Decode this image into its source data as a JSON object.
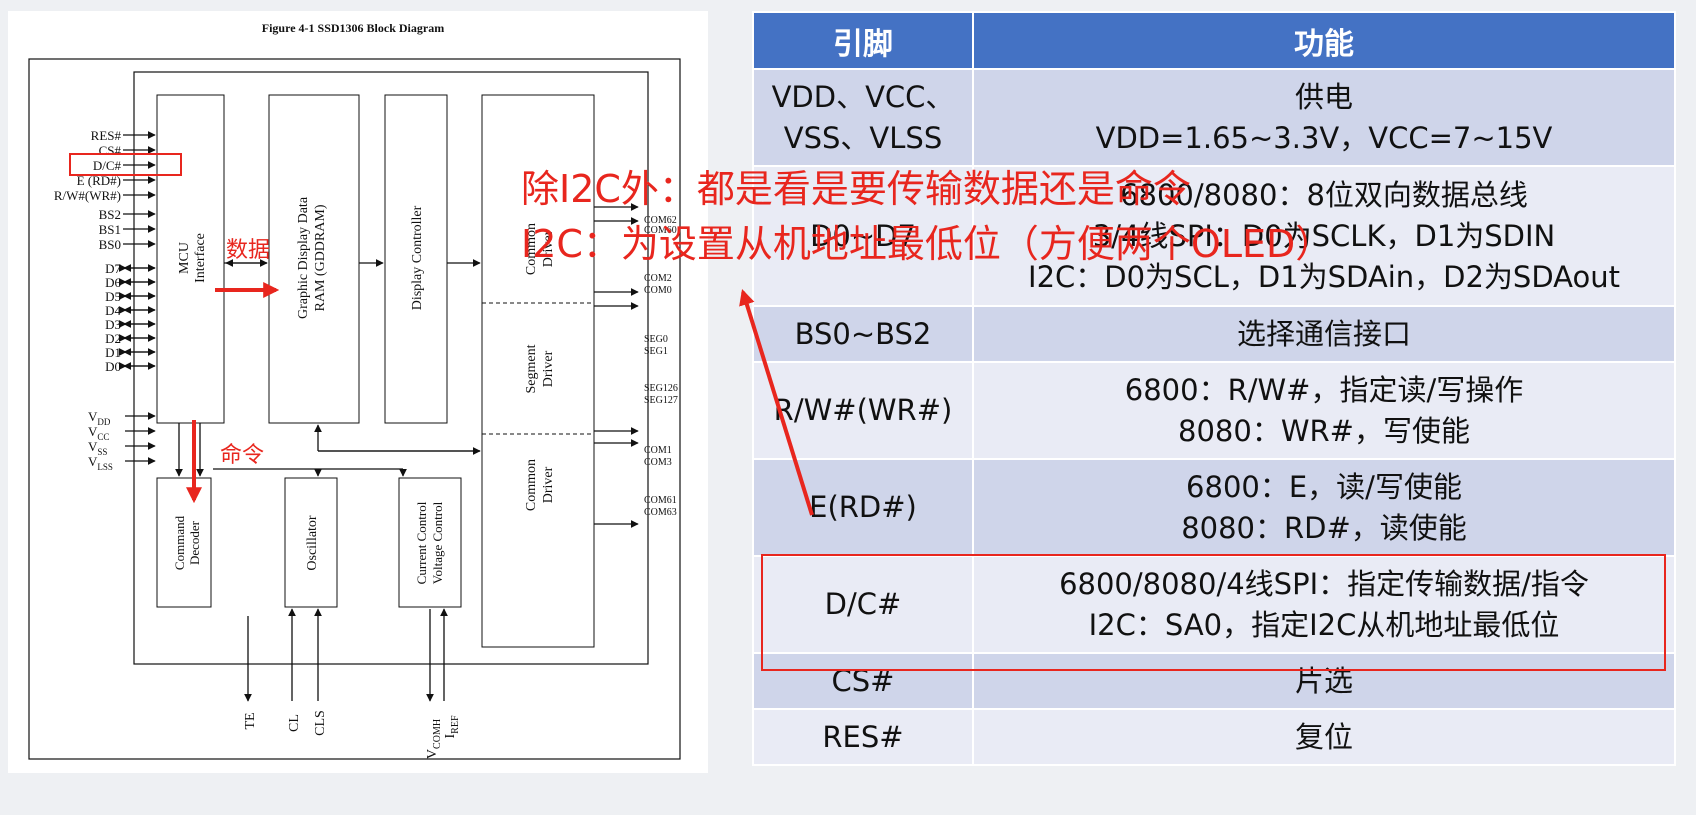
{
  "diagram": {
    "title": "Figure 4-1 SSD1306 Block Diagram",
    "left_pins": [
      "RES#",
      "CS#",
      "D/C#",
      "E (RD#)",
      "R/W#(WR#)",
      "BS2",
      "BS1",
      "BS0",
      "D7",
      "D6",
      "D5",
      "D4",
      "D3",
      "D2",
      "D1",
      "D0"
    ],
    "power_pins": [
      {
        "main": "V",
        "sub": "DD"
      },
      {
        "main": "V",
        "sub": "CC"
      },
      {
        "main": "V",
        "sub": "SS"
      },
      {
        "main": "V",
        "sub": "LSS"
      }
    ],
    "blocks": {
      "mcu": [
        "MCU",
        "Interface"
      ],
      "gddram": [
        "Graphic Display Data",
        "RAM (GDDRAM)"
      ],
      "display_controller": "Display Controller",
      "common_driver_top": [
        "Common",
        "Driver"
      ],
      "segment_driver": [
        "Segment",
        "Driver"
      ],
      "common_driver_bottom": [
        "Common",
        "Driver"
      ],
      "command_decoder": [
        "Command",
        "Decoder"
      ],
      "oscillator": "Oscillator",
      "current_control": [
        "Current Control",
        "Voltage Control"
      ]
    },
    "right_labels": [
      "COM62",
      "COM60",
      "COM2",
      "COM0",
      "SEG0",
      "SEG1",
      "SEG126",
      "SEG127",
      "COM1",
      "COM3",
      "COM61",
      "COM63"
    ],
    "bottom_labels": {
      "te": "TE",
      "cl": "CL",
      "cls": "CLS",
      "vcomh": {
        "main": "V",
        "sub": "COMH"
      },
      "iref": {
        "main": "I",
        "sub": "REF"
      }
    },
    "annotations": {
      "data": "数据",
      "command": "命令"
    }
  },
  "table": {
    "headers": [
      "引脚",
      "功能"
    ],
    "rows": [
      {
        "pin": [
          "VDD、VCC、",
          "VSS、VLSS"
        ],
        "func": [
          "供电",
          "VDD=1.65~3.3V，VCC=7~15V"
        ]
      },
      {
        "pin": [
          "D0~D7"
        ],
        "func": [
          "6800/8080：8位双向数据总线",
          "3/4线SPI：D0为SCLK，D1为SDIN",
          "I2C：D0为SCL，D1为SDAin，D2为SDAout"
        ]
      },
      {
        "pin": [
          "BS0~BS2"
        ],
        "func": [
          "选择通信接口"
        ]
      },
      {
        "pin": [
          "R/W#(WR#)"
        ],
        "func": [
          "6800：R/W#，指定读/写操作",
          "8080：WR#，写使能"
        ]
      },
      {
        "pin": [
          "E(RD#)"
        ],
        "func": [
          "6800：E，读/写使能",
          "8080：RD#，读使能"
        ]
      },
      {
        "pin": [
          "D/C#"
        ],
        "func": [
          "6800/8080/4线SPI：指定传输数据/指令",
          "I2C：SA0，指定I2C从机地址最低位"
        ]
      },
      {
        "pin": [
          "CS#"
        ],
        "func": [
          "片选"
        ]
      },
      {
        "pin": [
          "RES#"
        ],
        "func": [
          "复位"
        ]
      }
    ]
  },
  "annotations": {
    "line1": "除I2C外：都是看是要传输数据还是命令",
    "line2": "I2C：为设置从机地址最低位（方便两个OLED）",
    "color": "#e8261e"
  }
}
